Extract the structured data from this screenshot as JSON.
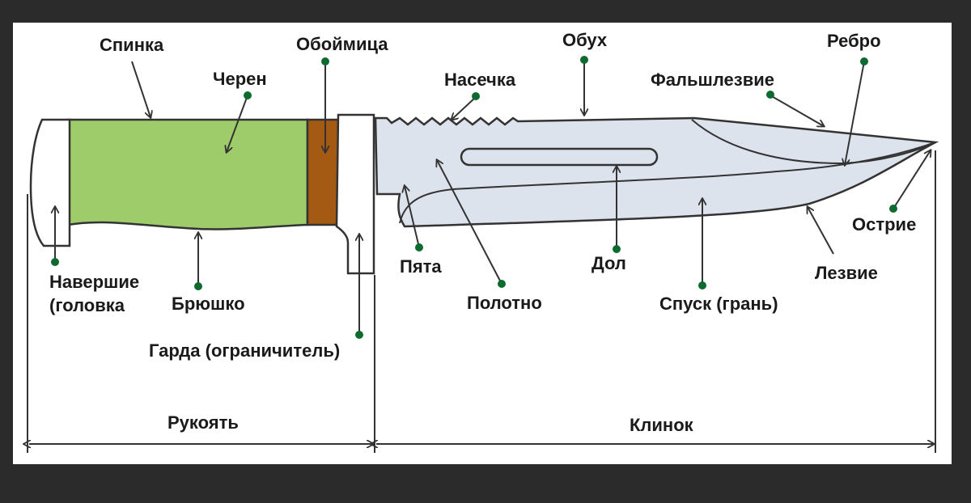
{
  "colors": {
    "background": "#2b2b2b",
    "panel": "#ffffff",
    "handle": "#9fcc6b",
    "bolster": "#a45a12",
    "blade": "#dde3ec",
    "dot": "#0e6b2f"
  },
  "labels": {
    "spinka": "Спинка",
    "cheren": "Черен",
    "oboimitsa": "Обоймица",
    "nasechka": "Насечка",
    "obukh": "Обух",
    "falshlezvie": "Фальшлезвие",
    "rebro": "Ребро",
    "navershie_1": "Навершие",
    "navershie_2": "(головка",
    "bryushko": "Брюшко",
    "garda": "Гарда (ограничитель)",
    "pyata": "Пята",
    "polotno": "Полотно",
    "dol": "Дол",
    "spusk": "Спуск (грань)",
    "ostrie": "Острие",
    "lezvie": "Лезвие",
    "rukoyat": "Рукоять",
    "klinok": "Клинок"
  }
}
